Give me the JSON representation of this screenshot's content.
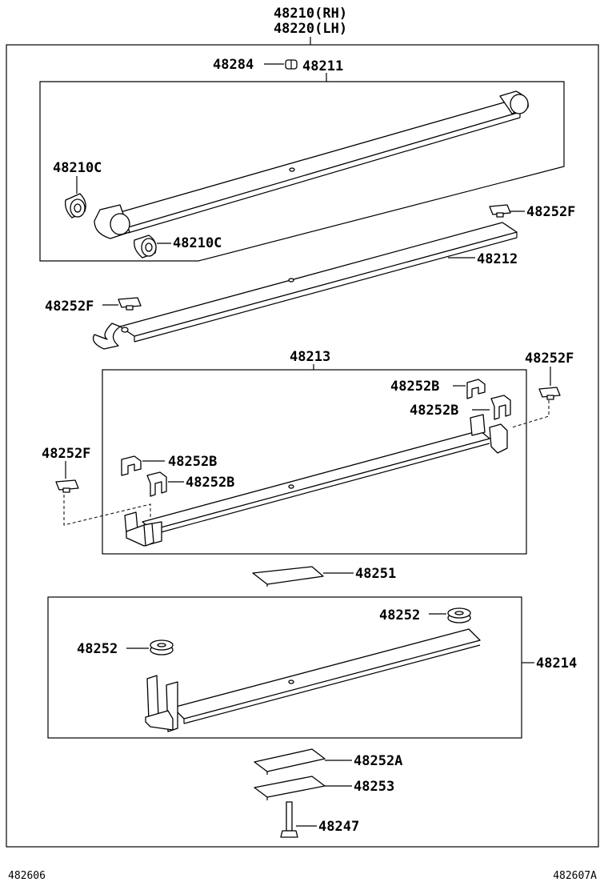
{
  "assembly": {
    "label_rh": "48210(RH)",
    "label_lh": "48220(LH)"
  },
  "parts": {
    "p48284": "48284",
    "p48211": "48211",
    "p48210c_a": "48210C",
    "p48210c_b": "48210C",
    "p48252f_a": "48252F",
    "p48212": "48212",
    "p48252f_b": "48252F",
    "p48213": "48213",
    "p48252f_c": "48252F",
    "p48252b_a": "48252B",
    "p48252b_b": "48252B",
    "p48252f_d": "48252F",
    "p48252b_c": "48252B",
    "p48252b_d": "48252B",
    "p48251": "48251",
    "p48252_a": "48252",
    "p48252_b": "48252",
    "p48214": "48214",
    "p48252a": "48252A",
    "p48253": "48253",
    "p48247": "48247"
  },
  "footer": {
    "left_code": "482606",
    "right_code": "482607A"
  }
}
